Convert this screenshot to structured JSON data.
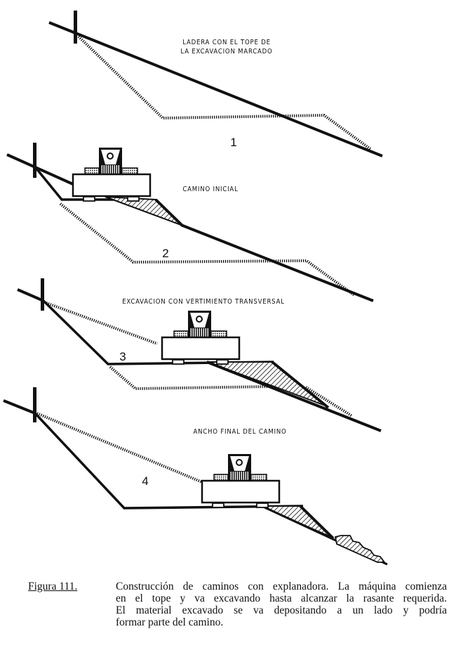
{
  "figure": {
    "panels": [
      {
        "number": "1",
        "title_lines": [
          "LADERA CON EL TOPE DE",
          "LA EXCAVACION MARCADO"
        ]
      },
      {
        "number": "2",
        "title_lines": [
          "CAMINO INICIAL"
        ]
      },
      {
        "number": "3",
        "title_lines": [
          "EXCAVACION CON VERTIMIENTO TRANSVERSAL"
        ]
      },
      {
        "number": "4",
        "title_lines": [
          "ANCHO FINAL DEL CAMINO"
        ]
      }
    ],
    "colors": {
      "ink": "#111111",
      "paper": "#ffffff"
    }
  },
  "caption": {
    "label": "Figura 111.",
    "lines": [
      "Construcción de caminos con explanadora. La máquina comienza",
      "en el tope y va excavando hasta alcanzar la rasante requerida.",
      "El material excavado se va depositando a un lado y podría",
      "formar parte del camino."
    ]
  }
}
